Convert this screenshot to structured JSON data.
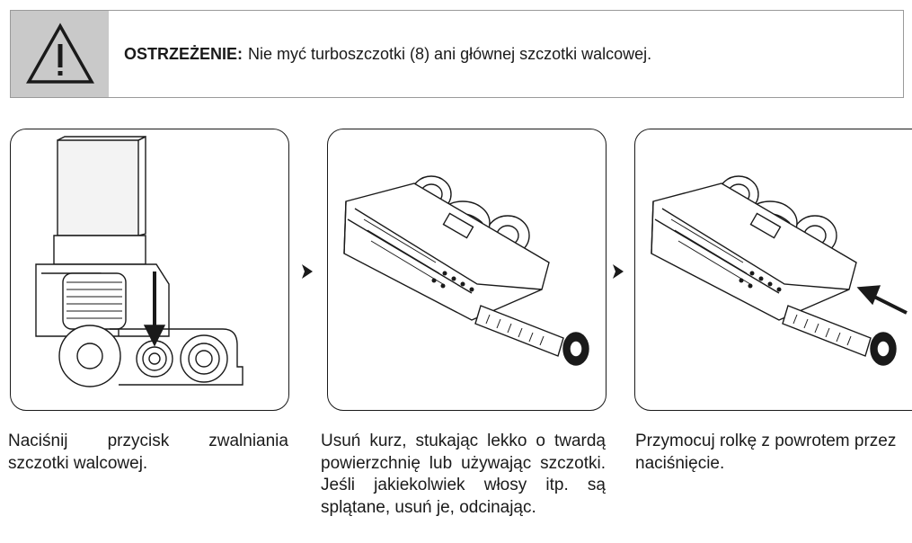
{
  "warning": {
    "icon": "warning-triangle-icon",
    "label": "OSTRZEŻENIE:",
    "text": "Nie myć turboszczotki (8) ani głównej szczotki walcowej."
  },
  "steps": [
    {
      "illustration": "release-button-illustration",
      "caption_words_line1": [
        "Naciśnij",
        "przycisk",
        "zwalniania"
      ],
      "caption_line2": "szczotki walcowej."
    },
    {
      "illustration": "brush-roll-removed-illustration",
      "caption": "Usuń kurz, stukając lekko o twardą powierzchnię lub używając szczotki. Jeśli jakiekolwiek włosy itp. są splątane, usuń je, odcinając."
    },
    {
      "illustration": "brush-roll-reinsert-illustration",
      "caption_line1": "Przymocuj rolkę z powrotem przez",
      "caption_line2": "naciśnięcie."
    }
  ],
  "step_arrow_icon": "chevron-right-icon",
  "colors": {
    "icon_box": "#c9c9c9",
    "border": "#9a9a9a",
    "ink": "#1a1a1a"
  }
}
